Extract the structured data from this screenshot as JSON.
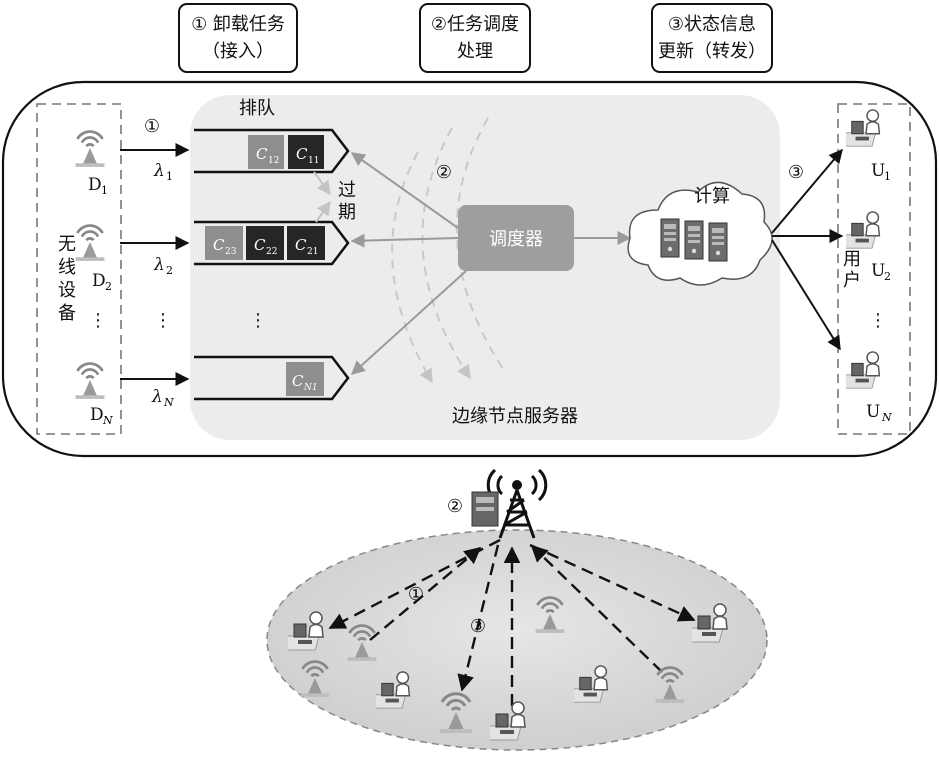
{
  "steps": [
    {
      "line1": "① 卸载任务",
      "line2": "（接入）"
    },
    {
      "line1": "②任务调度",
      "line2": "处理"
    },
    {
      "line1": "③状态信息",
      "line2": "更新（转发）"
    }
  ],
  "devices": {
    "group_label": [
      "无",
      "线",
      "设",
      "备"
    ],
    "items": [
      {
        "label": "D",
        "sub": "1",
        "rate": "λ",
        "rate_sub": "1"
      },
      {
        "label": "D",
        "sub": "2",
        "rate": "λ",
        "rate_sub": "2"
      },
      {
        "label": "D",
        "sub": "N",
        "rate": "λ",
        "rate_sub": "N"
      }
    ],
    "dots": "⋮"
  },
  "queues": {
    "title": "排队",
    "expire_label": [
      "过",
      "期"
    ],
    "rows": [
      {
        "tasks": [
          {
            "name": "C",
            "sub": "12",
            "shade": "mid"
          },
          {
            "name": "C",
            "sub": "11",
            "shade": "dark"
          }
        ]
      },
      {
        "tasks": [
          {
            "name": "C",
            "sub": "23",
            "shade": "mid"
          },
          {
            "name": "C",
            "sub": "22",
            "shade": "dark"
          },
          {
            "name": "C",
            "sub": "21",
            "shade": "dark"
          }
        ]
      },
      {
        "tasks": [
          {
            "name": "C",
            "sub": "N1",
            "shade": "mid"
          }
        ]
      }
    ]
  },
  "scheduler": {
    "label": "调度器"
  },
  "compute": {
    "label": "计算"
  },
  "server": {
    "label": "边缘节点服务器"
  },
  "users": {
    "group_label": [
      "用",
      "户"
    ],
    "items": [
      {
        "label": "U",
        "sub": "1"
      },
      {
        "label": "U",
        "sub": "2"
      },
      {
        "label": "U",
        "sub": "N"
      }
    ]
  },
  "markers": {
    "one": "①",
    "two": "②",
    "three": "③"
  }
}
